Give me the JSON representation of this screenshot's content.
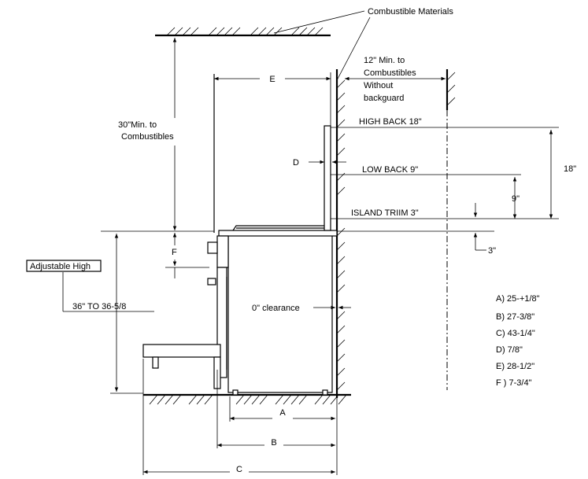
{
  "callouts": {
    "combustible_materials": "Combustible Materials",
    "min_top_line1": "30\"Min. to",
    "min_top_line2": "Combustibles",
    "min_side_line1": "12\" Min. to",
    "min_side_line2": "Combustibles",
    "min_side_line3": "Without",
    "min_side_line4": "backguard",
    "high_back": "HIGH BACK 18\"",
    "low_back": "LOW BACK 9\"",
    "island_trim": "ISLAND TRIIM 3\"",
    "adjustable_high": "Adjustable High",
    "height_range": "36\"  TO  36-5/8",
    "clearance": "0\" clearance",
    "dim_18": "18\"",
    "dim_9": "9\"",
    "dim_3": "3\""
  },
  "dimension_letters": {
    "A": "A",
    "B": "B",
    "C": "C",
    "D": "D",
    "E": "E",
    "F": "F"
  },
  "legend": [
    "A)  25-+1/8\"",
    "B)  27-3/8\"",
    "C)  43-1/4\"",
    "D) 7/8\"",
    "E)  28-1/2\"",
    "F )  7-3/4\""
  ]
}
